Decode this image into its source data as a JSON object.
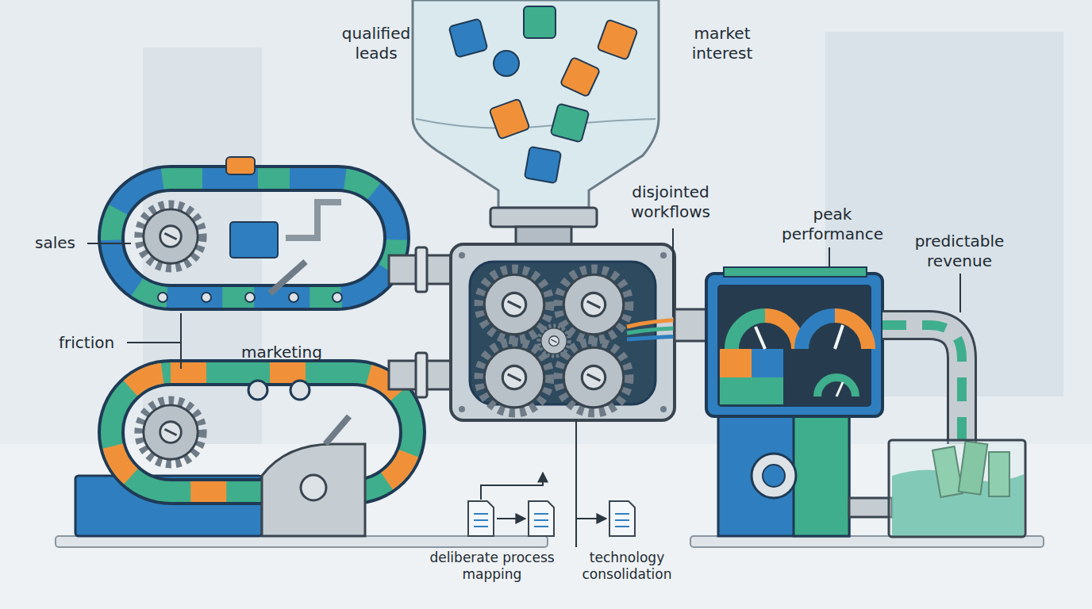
{
  "diagram": {
    "labels": [
      "qualified leads",
      "market interest",
      "disjointed workflows",
      "peak performance",
      "predictable revenue",
      "sales",
      "friction",
      "marketing",
      "deliberate process mapping",
      "technology consolidation"
    ]
  }
}
